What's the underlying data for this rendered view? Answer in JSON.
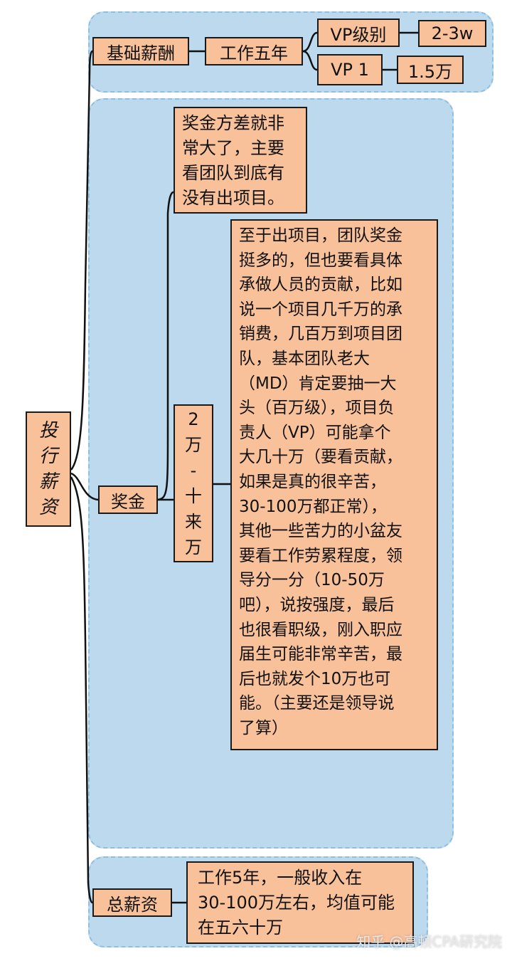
{
  "root": {
    "chars": [
      "投",
      "行",
      "薪",
      "资"
    ]
  },
  "branches": {
    "base_salary": {
      "label": "基础薪酬",
      "sub": "工作五年",
      "leaves": [
        {
          "label": "VP级别",
          "value": "2-3w"
        },
        {
          "label": "VP 1",
          "value": "1.5万"
        }
      ]
    },
    "bonus": {
      "label": "奖金",
      "note": [
        "奖金方差就非",
        "常大了，主要",
        "看团队到底有",
        "没有出项目。"
      ],
      "range_chars": [
        "2",
        "万",
        "-",
        "十",
        "来",
        "万"
      ],
      "detail": [
        "至于出项目，团队奖金",
        "挺多的，但也要看具体",
        "承做人员的贡献，比如",
        "说一个项目几千万的承",
        "销费，几百万到项目团",
        "队，基本团队老大",
        "（MD）肯定要抽一大",
        "头（百万级），项目负",
        "责人（VP）可能拿个",
        "大几十万（要看贡献，",
        "如果是真的很辛苦，",
        "30-100万都正常），",
        "其他一些苦力的小盆友",
        "要看工作劳累程度，领",
        "导分一分（10-50万",
        "吧），说按强度，最后",
        "也很看职级，刚入职应",
        "届生可能非常辛苦，最",
        "后也就发个10万也可",
        "能。（主要还是领导说",
        "了算）"
      ]
    },
    "total": {
      "label": "总薪资",
      "detail": [
        "工作5年，一般收入在",
        "30-100万左右，均值可能",
        "在五六十万"
      ]
    }
  },
  "watermark": "知乎 @高顿CPA研究院",
  "colors": {
    "node_fill": "#f8c19a",
    "cloud_fill": "#bcd9ee",
    "border": "#1a1a1a"
  }
}
